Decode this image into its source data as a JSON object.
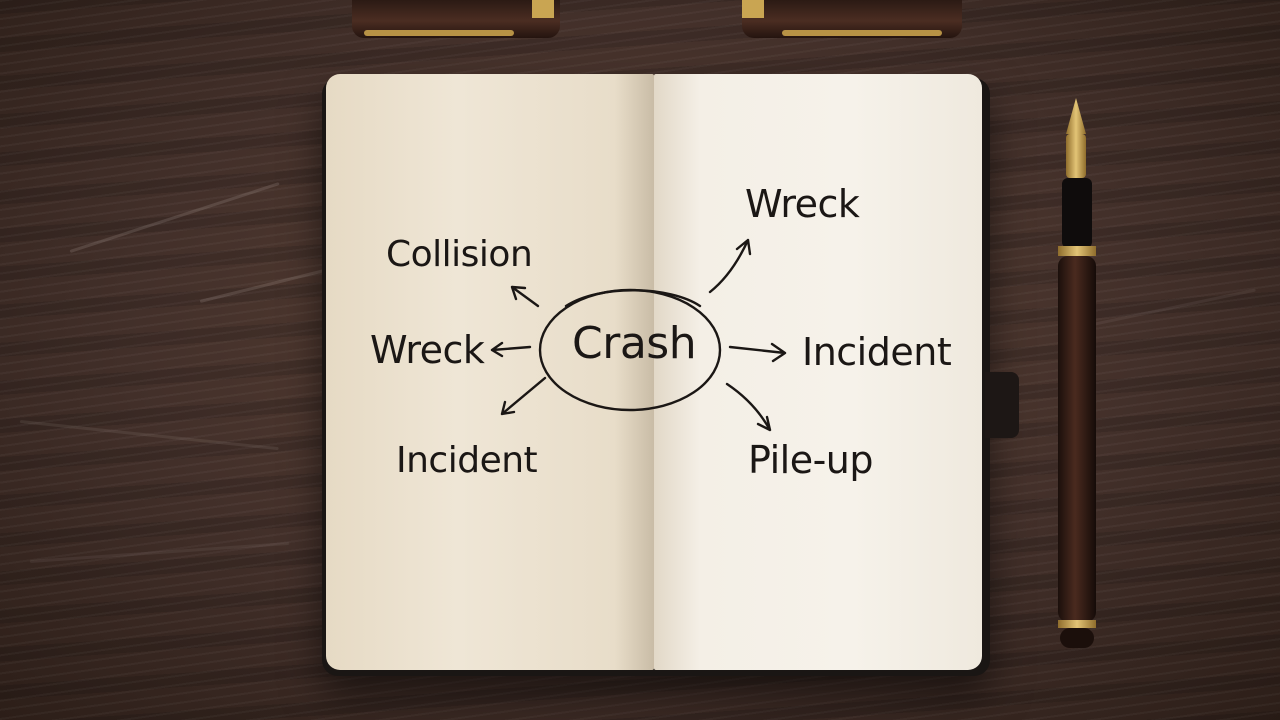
{
  "mind_map": {
    "center": "Crash",
    "left": [
      "Collision",
      "Wreck",
      "Incident"
    ],
    "right": [
      "Wreck",
      "Incident",
      "Pile-up"
    ]
  },
  "colors": {
    "desk": "#3d2a21",
    "page": "#f4efe6",
    "cover": "#1a1614",
    "ink": "#1b1715",
    "brass": "#c9a552"
  },
  "icons": {
    "pen": "fountain-pen-icon",
    "caps": "pen-cap-icon"
  }
}
